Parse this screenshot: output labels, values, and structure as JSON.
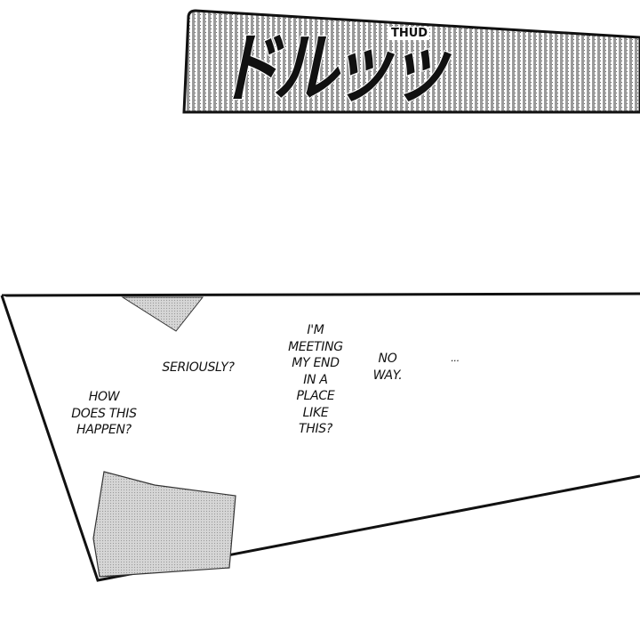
{
  "panels": {
    "top": {
      "sfx_japanese": "ドルッッ",
      "sfx_translation": "THUD"
    },
    "bottom": {
      "dialogue": [
        {
          "id": "how",
          "lines": [
            "HOW",
            "DOES THIS",
            "HAPPEN?"
          ]
        },
        {
          "id": "seriously",
          "lines": [
            "SERIOUSLY?"
          ]
        },
        {
          "id": "meeting",
          "lines": [
            "I'M",
            "MEETING",
            "MY END",
            "IN A",
            "PLACE",
            "LIKE",
            "THIS?"
          ]
        },
        {
          "id": "noway",
          "lines": [
            "NO",
            "WAY."
          ]
        },
        {
          "id": "ellipsis",
          "lines": [
            "..."
          ]
        }
      ]
    }
  },
  "colors": {
    "ink": "#111111",
    "screentone": "#bdbdbd",
    "paper": "#ffffff"
  }
}
